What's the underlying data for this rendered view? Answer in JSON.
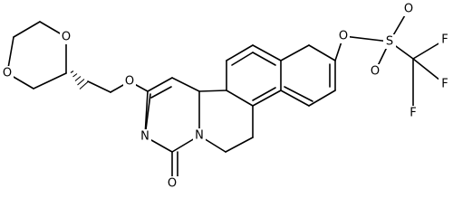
{
  "molecule": {
    "atoms": {
      "o_ring_top": "O",
      "o_ring_bottom": "O",
      "o_ether": "O",
      "n_ring": "N",
      "n_fused": "N",
      "o_carbonyl": "O",
      "o_triflate_ester": "O",
      "s_sulfonyl": "S",
      "o_sulfonyl_top": "O",
      "o_sulfonyl_bottom": "O",
      "f_top": "F",
      "f_right": "F",
      "f_bottom": "F"
    }
  }
}
